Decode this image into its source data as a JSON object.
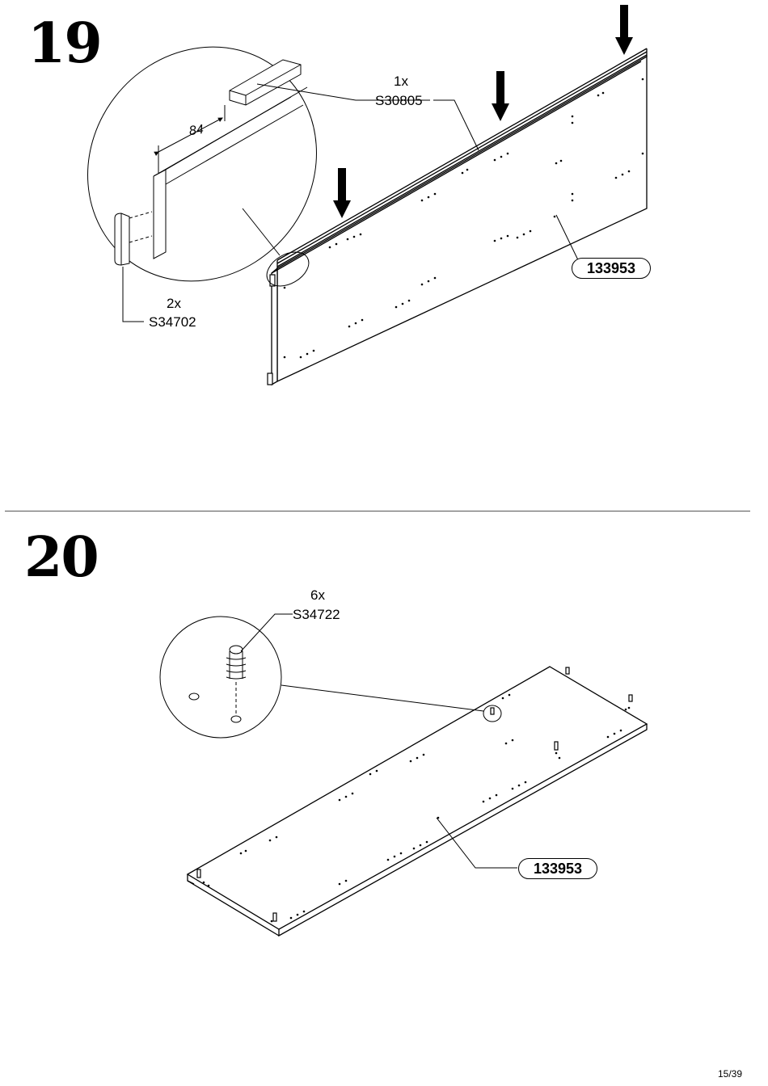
{
  "step19": {
    "number": "19",
    "dimension": "84",
    "rail": {
      "qty": "1x",
      "code": "S30805"
    },
    "endcap": {
      "qty": "2x",
      "code": "S34702"
    },
    "panel": {
      "code": "133953"
    }
  },
  "step20": {
    "number": "20",
    "dowel": {
      "qty": "6x",
      "code": "S34722"
    },
    "panel": {
      "code": "133953"
    }
  },
  "footer": {
    "page": "15/39"
  }
}
